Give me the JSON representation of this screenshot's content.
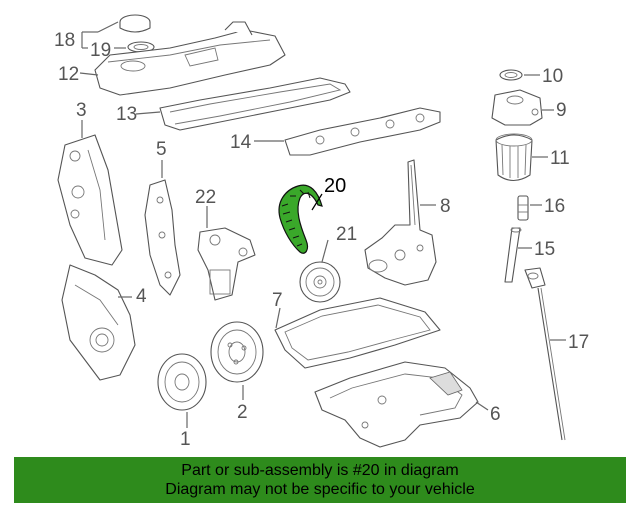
{
  "callouts": {
    "c1": "1",
    "c2": "2",
    "c3": "3",
    "c4": "4",
    "c5": "5",
    "c6": "6",
    "c7": "7",
    "c8": "8",
    "c9": "9",
    "c10": "10",
    "c11": "11",
    "c12": "12",
    "c13": "13",
    "c14": "14",
    "c15": "15",
    "c16": "16",
    "c17": "17",
    "c18": "18",
    "c19": "19",
    "c20": "20",
    "c21": "21",
    "c22": "22"
  },
  "highlight": {
    "part": "20",
    "color": "#2e8b1c"
  },
  "banner": {
    "line1": "Part or sub-assembly is #20 in diagram",
    "line2": "Diagram may not be specific to your vehicle",
    "background": "#2e8b1c"
  }
}
